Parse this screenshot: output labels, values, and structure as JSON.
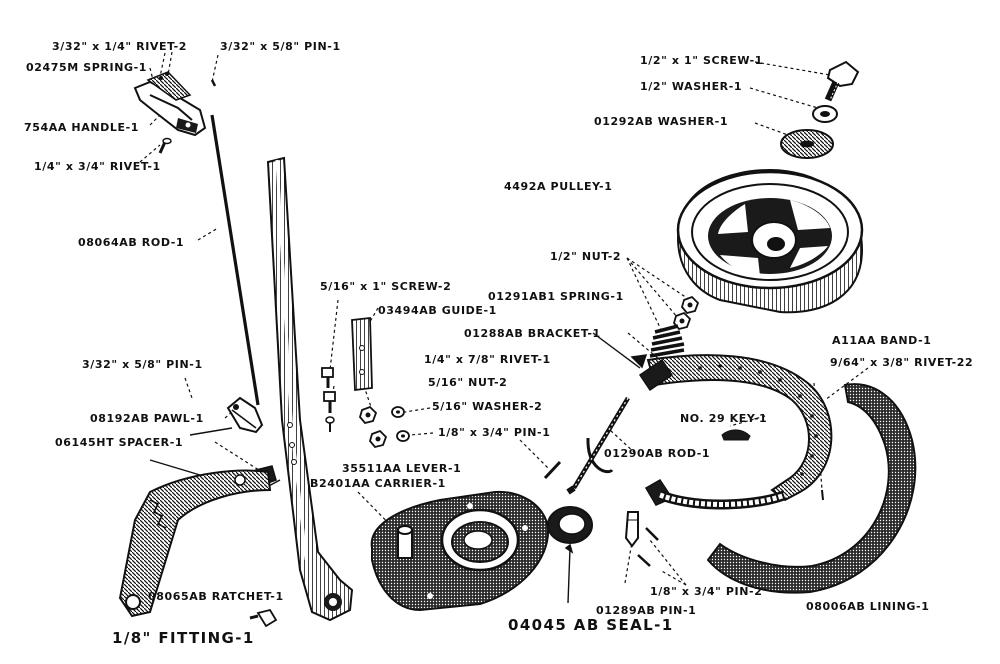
{
  "colors": {
    "ink": "#111111",
    "paper": "#ffffff",
    "shade": "#3a3a3a"
  },
  "parts": {
    "rivet_top": "3/32\" x 1/4\" RIVET-2",
    "pin_top": "3/32\" x 5/8\" PIN-1",
    "spring_m": "02475M SPRING-1",
    "handle": "754AA HANDLE-1",
    "rivet_small": "1/4\" x 3/4\" RIVET-1",
    "rod_long": "08064AB ROD-1",
    "screw_516": "5/16\" x 1\" SCREW-2",
    "guide": "03494AB GUIDE-1",
    "rivet_78": "1/4\" x 7/8\" RIVET-1",
    "nut_516": "5/16\" NUT-2",
    "washer_516": "5/16\" WASHER-2",
    "pin_18": "1/8\" x 3/4\" PIN-1",
    "pin_pawl": "3/32\" x 5/8\" PIN-1",
    "pawl": "08192AB PAWL-1",
    "spacer": "06145HT SPACER-1",
    "lever": "35511AA LEVER-1",
    "carrier": "B2401AA CARRIER-1",
    "ratchet": "08065AB RATCHET-1",
    "fitting": "1/8\" FITTING-1",
    "seal": "04045 AB SEAL-1",
    "screw_half": "1/2\" x 1\" SCREW-1",
    "washer_half": "1/2\" WASHER-1",
    "washer_01292": "01292AB WASHER-1",
    "pulley": "4492A PULLEY-1",
    "nut_half": "1/2\" NUT-2",
    "spring_01291": "01291AB1 SPRING-1",
    "bracket": "01288AB BRACKET-1",
    "band": "A11AA BAND-1",
    "rivet_964": "9/64\" x 3/8\" RIVET-22",
    "key": "NO. 29 KEY-1",
    "rod_01290": "01290AB ROD-1",
    "pin_2": "1/8\" x 3/4\" PIN-2",
    "pin_01289": "01289AB PIN-1",
    "lining": "08006AB LINING-1"
  }
}
